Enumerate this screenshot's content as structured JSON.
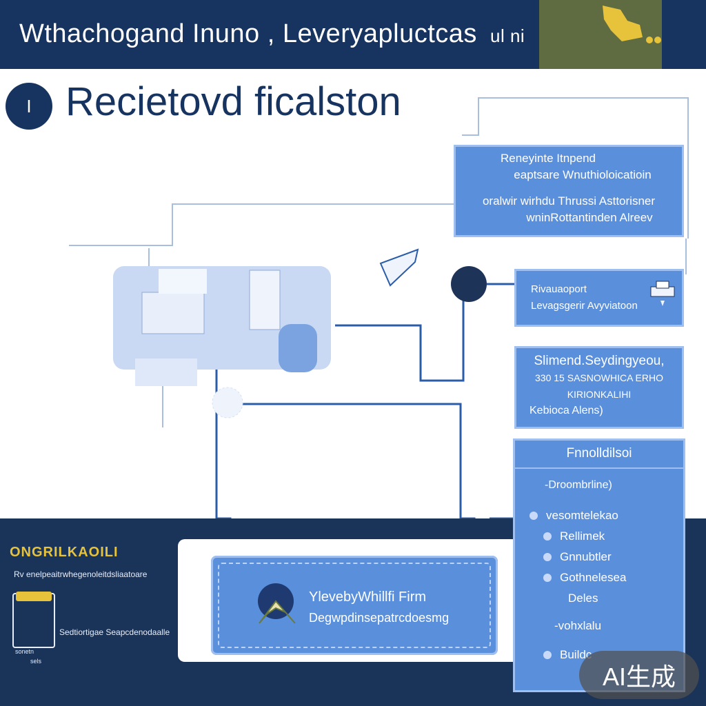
{
  "header": {
    "title": "Wthachogand Inuno , Leveryapluctcas",
    "title_suffix": "ul ni"
  },
  "section": {
    "badge": "I",
    "title": "Recietovd ficalston"
  },
  "boxes": [
    {
      "id": "top-right",
      "lines": [
        "Reneyinte Itnpend",
        "eaptsare Wnuthioloicatioin",
        "oralwir wirhdu Thrussi Asttorisner",
        "wninRottantinden Alreev"
      ]
    },
    {
      "id": "middle-right",
      "lines": [
        "Rivauaoport",
        "Levagsgerir Avyviatoon"
      ]
    },
    {
      "id": "lower-right",
      "lines": [
        "Slimend.Seydingyeou,",
        "330 15 SASNOWHICA ERHO",
        "KIRIONKALIHI",
        "Kebioca Alens)"
      ]
    }
  ],
  "list_panel": {
    "title": "Fnnolldilsoi",
    "subtitle": "-Droombrline)",
    "items": [
      "vesomtelekao",
      "Rellimek",
      "Gnnubtler",
      "Gothnelesea",
      "Deles",
      "-vohxlalu",
      "Buildc"
    ]
  },
  "bottom_left": {
    "heading": "ONGRILKAOILI",
    "subheading": "Rv enelpeaitrwhegenoleitdsliaatoare",
    "caption": "Sedtiortigae  Seapcdenodaalle",
    "icon_label_1": "sonetn",
    "icon_label_2": "sels"
  },
  "big_panel": {
    "line1": "YlevebyWhillfi Firm",
    "line2": "Degwpdinsepatrcdoesmg"
  },
  "watermark": "AI生成",
  "colors": {
    "navy": "#17335f",
    "box_blue": "#5a8fdc",
    "line_blue": "#2b5ca8",
    "accent_yellow": "#e7c23b"
  }
}
